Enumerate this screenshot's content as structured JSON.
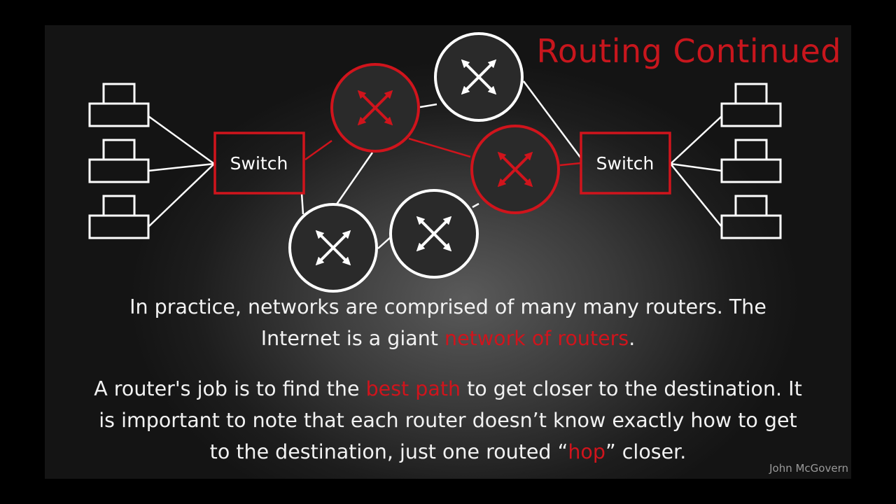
{
  "title": "Routing Continued",
  "diagram": {
    "switch_left_label": "Switch",
    "switch_right_label": "Switch"
  },
  "paragraph1": {
    "line1": "In practice, networks are comprised of many many routers.  The",
    "line2_before": "Internet is a giant ",
    "line2_highlight": "network of routers",
    "line2_after": "."
  },
  "paragraph2": {
    "line1_before": "A router's job is to find the ",
    "line1_highlight": "best path",
    "line1_after": " to get closer to the destination. It",
    "line2": "is important to note that each router doesn’t know exactly how to get",
    "line3_before": "to the destination, just one routed “",
    "line3_highlight": "hop",
    "line3_after": "” closer."
  },
  "credit": "John McGovern",
  "colors": {
    "accent": "#d0141c",
    "text": "#f2f2f2",
    "line": "#ffffff"
  },
  "icons": [
    "computer-icon",
    "router-icon",
    "switch-icon"
  ]
}
